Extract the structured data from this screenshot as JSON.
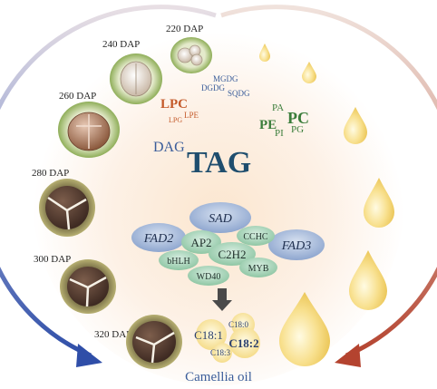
{
  "stages": [
    {
      "label": "220 DAP"
    },
    {
      "label": "240 DAP"
    },
    {
      "label": "260 DAP"
    },
    {
      "label": "280 DAP"
    },
    {
      "label": "300 DAP"
    },
    {
      "label": "320 DAP"
    }
  ],
  "lipids": {
    "lpc": "LPC",
    "lpe": "LPE",
    "lpg": "LPG",
    "mgdg": "MGDG",
    "dgdg": "DGDG",
    "sqdg": "SQDG",
    "pa": "PA",
    "pe": "PE",
    "pc": "PC",
    "pi": "PI",
    "pg": "PG",
    "dag": "DAG",
    "tag": "TAG"
  },
  "genes": {
    "sad": "SAD",
    "fad2": "FAD2",
    "fad3": "FAD3",
    "ap2": "AP2",
    "cchc": "CCHC",
    "c2h2": "C2H2",
    "bhlh": "bHLH",
    "myb": "MYB",
    "wd40": "WD40"
  },
  "fatty_acids": {
    "c181": "C18:1",
    "c180": "C18:0",
    "c182": "C18:2",
    "c183": "C18:3"
  },
  "product": "Camellia oil",
  "colors": {
    "arrow_left": "#3a58a8",
    "arrow_right": "#b84a3c",
    "tag_text": "#1f4e6e",
    "lpc_text": "#c45a2a",
    "pc_text": "#3a7d3a",
    "gene_blue": "#9fb5d8",
    "gene_green": "#a9d5b7",
    "oil_drop": "#f3d26a"
  }
}
